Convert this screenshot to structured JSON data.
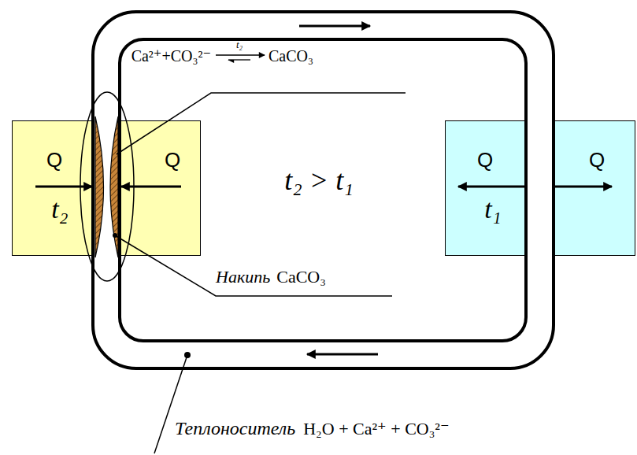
{
  "diagram": {
    "nodes": [
      {
        "text": [
          "Q",
          "Q",
          "t₂"
        ]
      },
      {
        "text": [
          "Q",
          "Q",
          "t₁"
        ]
      }
    ],
    "labels": [
      "Ca²⁺+CO₃²⁻",
      "t₂",
      "CaCO₃",
      "t₂ > t₁",
      "Накипь",
      "CaCO₃",
      "Теплоноситель",
      "H₂O + Ca²⁺ + CO₃²⁻"
    ]
  }
}
